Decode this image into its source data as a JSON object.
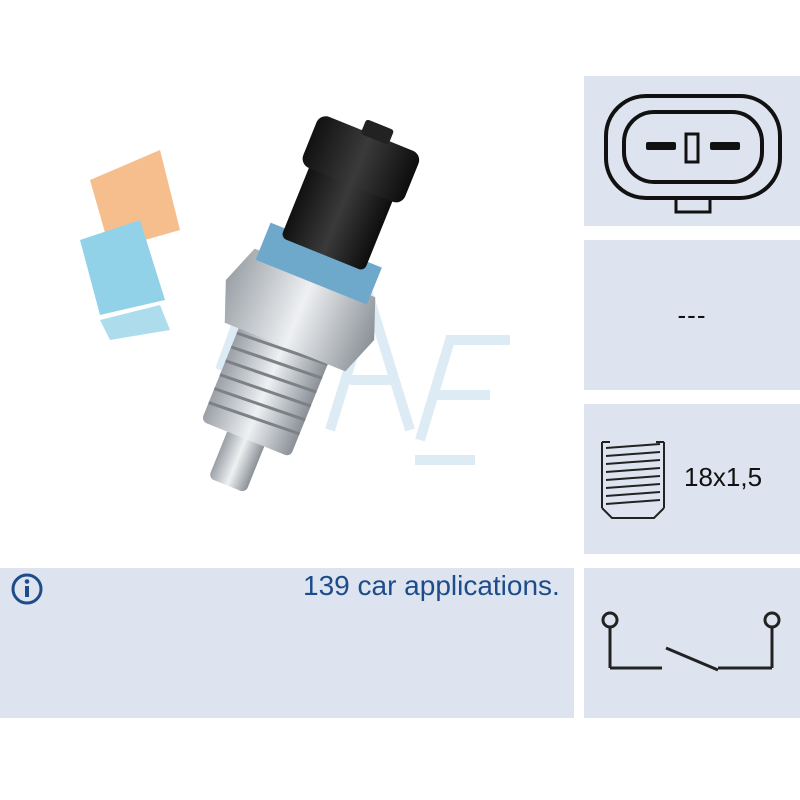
{
  "brand": {
    "logo_text": "FAE",
    "accent": "#3a6fb0",
    "logo_colors": [
      "#f5a35a",
      "#6ec0e0"
    ]
  },
  "product": {
    "image": "sensor-product-photo"
  },
  "specs": {
    "connector": {
      "icon": "two-pin-connector-icon"
    },
    "placeholder_text": "---",
    "thread": {
      "icon": "thread-icon",
      "label": "18x1,5"
    },
    "switch": {
      "icon": "normally-open-switch-icon"
    }
  },
  "info": {
    "icon": "info-icon",
    "text": "139 car applications."
  }
}
